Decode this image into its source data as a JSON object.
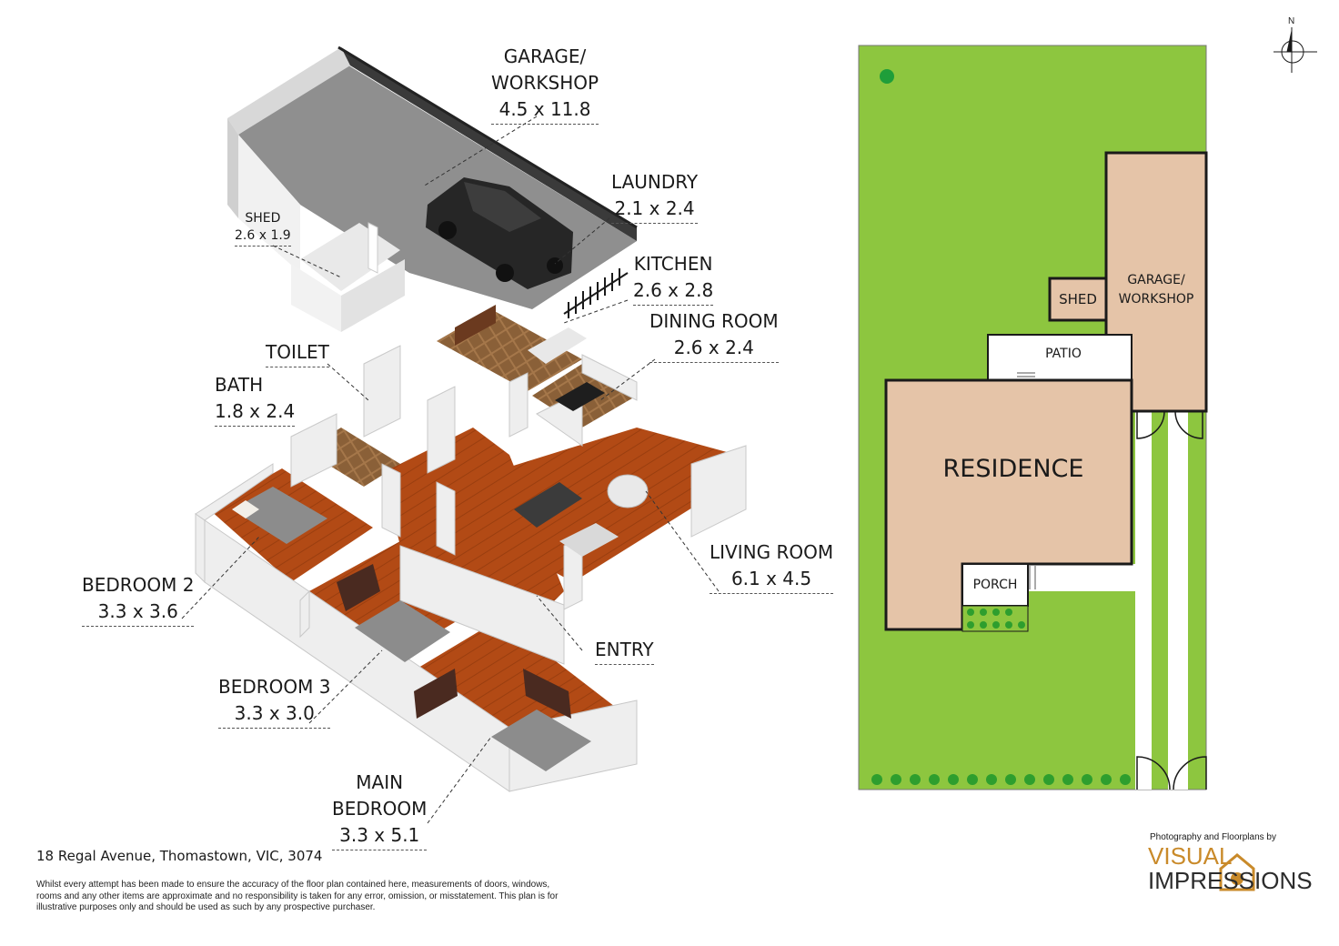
{
  "rooms": {
    "garage": {
      "name_1": "GARAGE/",
      "name_2": "WORKSHOP",
      "dims": "4.5 x 11.8"
    },
    "laundry": {
      "name": "LAUNDRY",
      "dims": "2.1 x 2.4"
    },
    "shed": {
      "name": "SHED",
      "dims": "2.6 x 1.9"
    },
    "kitchen": {
      "name": "KITCHEN",
      "dims": "2.6 x 2.8"
    },
    "dining": {
      "name": "DINING ROOM",
      "dims": "2.6 x 2.4"
    },
    "toilet": {
      "name": "TOILET"
    },
    "bath": {
      "name": "BATH",
      "dims": "1.8 x 2.4"
    },
    "living": {
      "name": "LIVING ROOM",
      "dims": "6.1 x 4.5"
    },
    "bedroom2": {
      "name": "BEDROOM 2",
      "dims": "3.3 x 3.6"
    },
    "entry": {
      "name": "ENTRY"
    },
    "bedroom3": {
      "name": "BEDROOM 3",
      "dims": "3.3 x 3.0"
    },
    "main_bedroom": {
      "name_1": "MAIN",
      "name_2": "BEDROOM",
      "dims": "3.3 x 5.1"
    }
  },
  "site_plan": {
    "garage_1": "GARAGE/",
    "garage_2": "WORKSHOP",
    "shed": "SHED",
    "patio": "PATIO",
    "residence": "RESIDENCE",
    "porch": "PORCH",
    "north": "N"
  },
  "address": "18 Regal Avenue, Thomastown, VIC, 3074",
  "disclaimer": "Whilst every attempt has been made to ensure the accuracy of the floor plan contained here, measurements of doors, windows, rooms and any other items are approximate and no responsibility is taken for any error, omission, or misstatement. This plan is for illustrative purposes only and should be used as such by any prospective purchaser.",
  "branding": {
    "tagline": "Photography and Floorplans by",
    "name_1": "VISUAL",
    "name_2": "IMPRESSIONS"
  },
  "colors": {
    "lawn": "#8dc63f",
    "building": "#e5c4a8",
    "floor_wood": "#b24a15",
    "garage_floor": "#8f8f8f",
    "wall": "#e6e6e6"
  }
}
